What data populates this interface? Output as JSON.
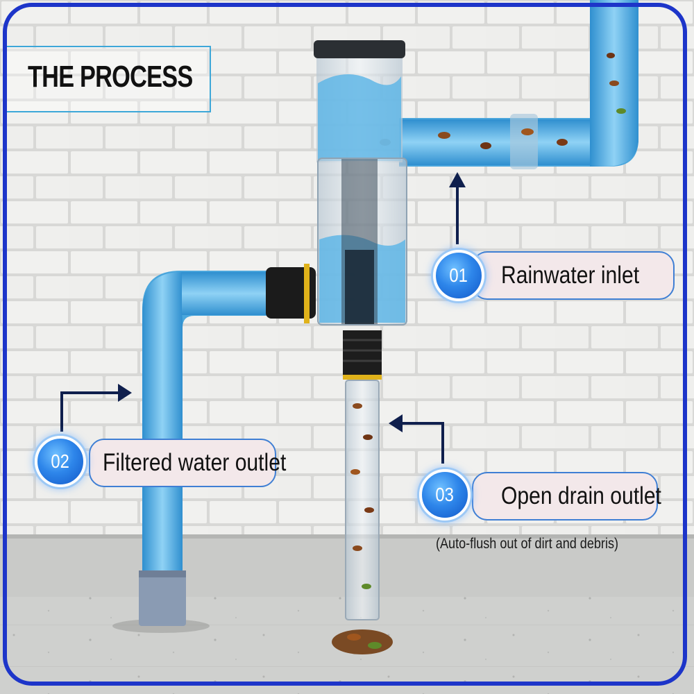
{
  "title": "THE PROCESS",
  "steps": [
    {
      "number": "01",
      "label": "Rainwater inlet"
    },
    {
      "number": "02",
      "label": "Filtered water outlet"
    },
    {
      "number": "03",
      "label": "Open drain outlet"
    }
  ],
  "note": "(Auto-flush out of dirt and debris)",
  "colors": {
    "frame": "#1d35c9",
    "accent": "#3da7d8",
    "badge": "#2e86ea",
    "arrow": "#0f1f4d",
    "water": "#5fb6e6",
    "callout_fill": "#f3e8ea"
  },
  "icons": {
    "badge": "numbered-circle-icon",
    "arrow": "arrow-icon",
    "pipe": "pipe-icon",
    "filter": "filter-icon"
  }
}
